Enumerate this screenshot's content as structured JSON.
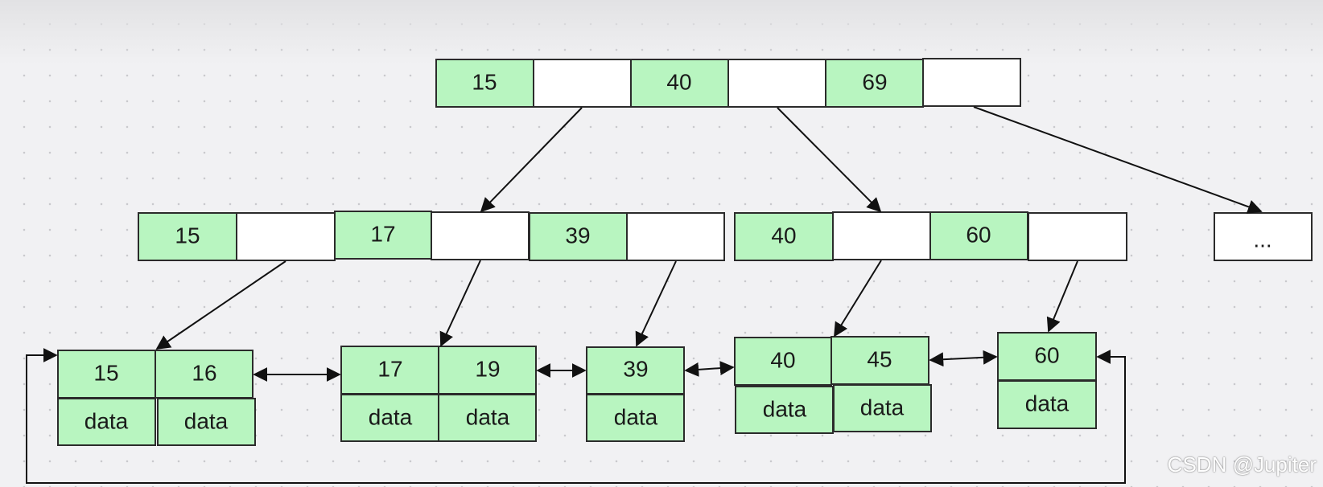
{
  "root": {
    "keys": [
      "15",
      "40",
      "69"
    ]
  },
  "internal": [
    {
      "keys": [
        "15",
        "17",
        "39"
      ]
    },
    {
      "keys": [
        "40",
        "60"
      ]
    },
    {
      "keys": [
        "..."
      ]
    }
  ],
  "leaves": [
    {
      "keys": [
        "15",
        "16"
      ],
      "data": [
        "data",
        "data"
      ]
    },
    {
      "keys": [
        "17",
        "19"
      ],
      "data": [
        "data",
        "data"
      ]
    },
    {
      "keys": [
        "39"
      ],
      "data": [
        "data"
      ]
    },
    {
      "keys": [
        "40",
        "45"
      ],
      "data": [
        "data",
        "data"
      ]
    },
    {
      "keys": [
        "60"
      ],
      "data": [
        "data"
      ]
    }
  ],
  "watermark": "CSDN @Jupiter",
  "colors": {
    "key_fill": "#b8f5c0",
    "pointer_fill": "#ffffff",
    "stroke": "#2b2b2b"
  }
}
